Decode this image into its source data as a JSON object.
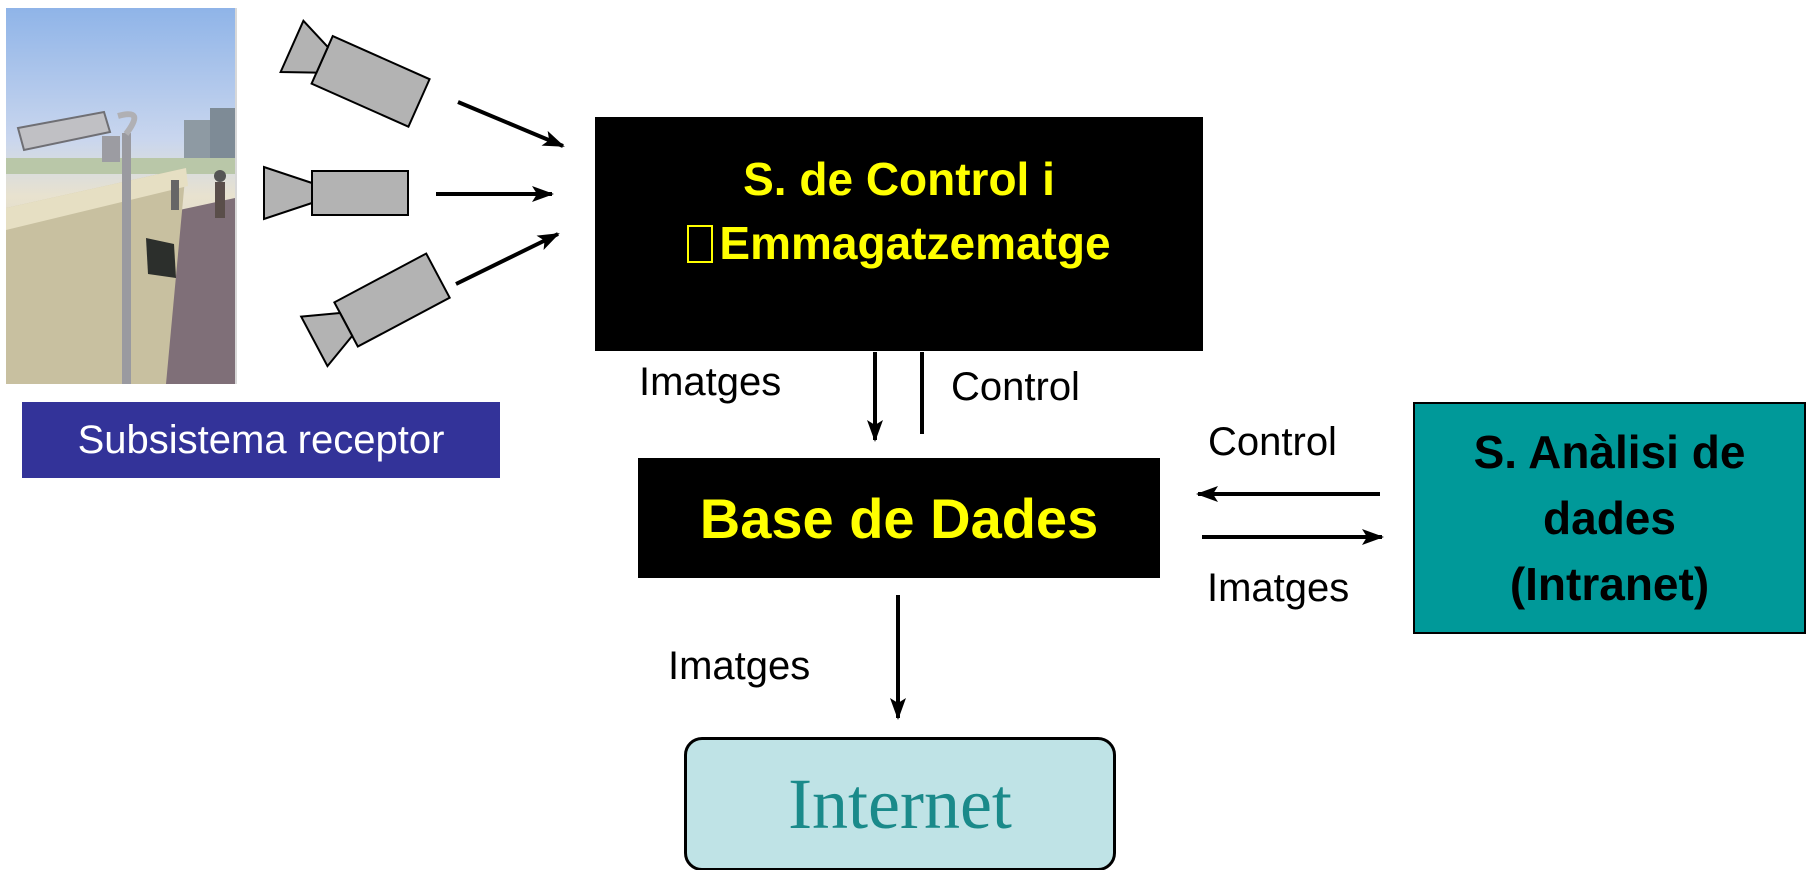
{
  "receptor": {
    "label": "Subsistema receptor",
    "color": "#333399"
  },
  "control_store": {
    "line1": "S. de Control i",
    "line2": "Emmagatzematge",
    "text_color": "#ffff00"
  },
  "database": {
    "label": "Base de Dades",
    "text_color": "#ffff00"
  },
  "analysis": {
    "line1": "S. Anàlisi de",
    "line2": "dades",
    "line3": "(Intranet)",
    "color": "#009999"
  },
  "internet": {
    "label": "Internet",
    "color": "#bfe3e6"
  },
  "edges": {
    "control_to_db": "Imatges",
    "db_to_control": "Control",
    "analysis_to_db": "Control",
    "db_to_analysis": "Imatges",
    "db_to_internet": "Imatges"
  },
  "icons": {
    "photo": "security-camera-photo",
    "camera": "video-camera-icon"
  }
}
